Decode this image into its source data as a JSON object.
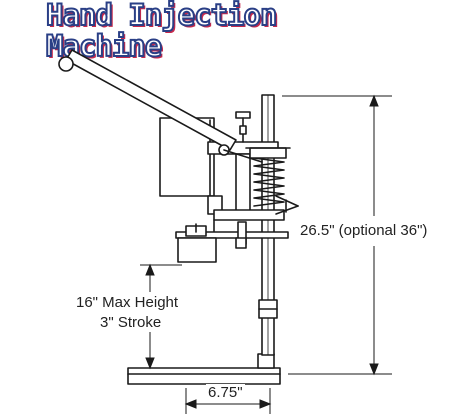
{
  "title": {
    "line1": "Hand Injection",
    "line2": "Machine"
  },
  "dimensions": {
    "height_total": "26.5\" (optional 36\")",
    "max_height": "16\" Max Height",
    "stroke": "3\" Stroke",
    "base_width": "6.75\""
  },
  "colors": {
    "title_fill": "#ffffff",
    "title_outline": "#2a3f86",
    "title_shadow": "#c8284a",
    "line": "#1a1a1a"
  }
}
